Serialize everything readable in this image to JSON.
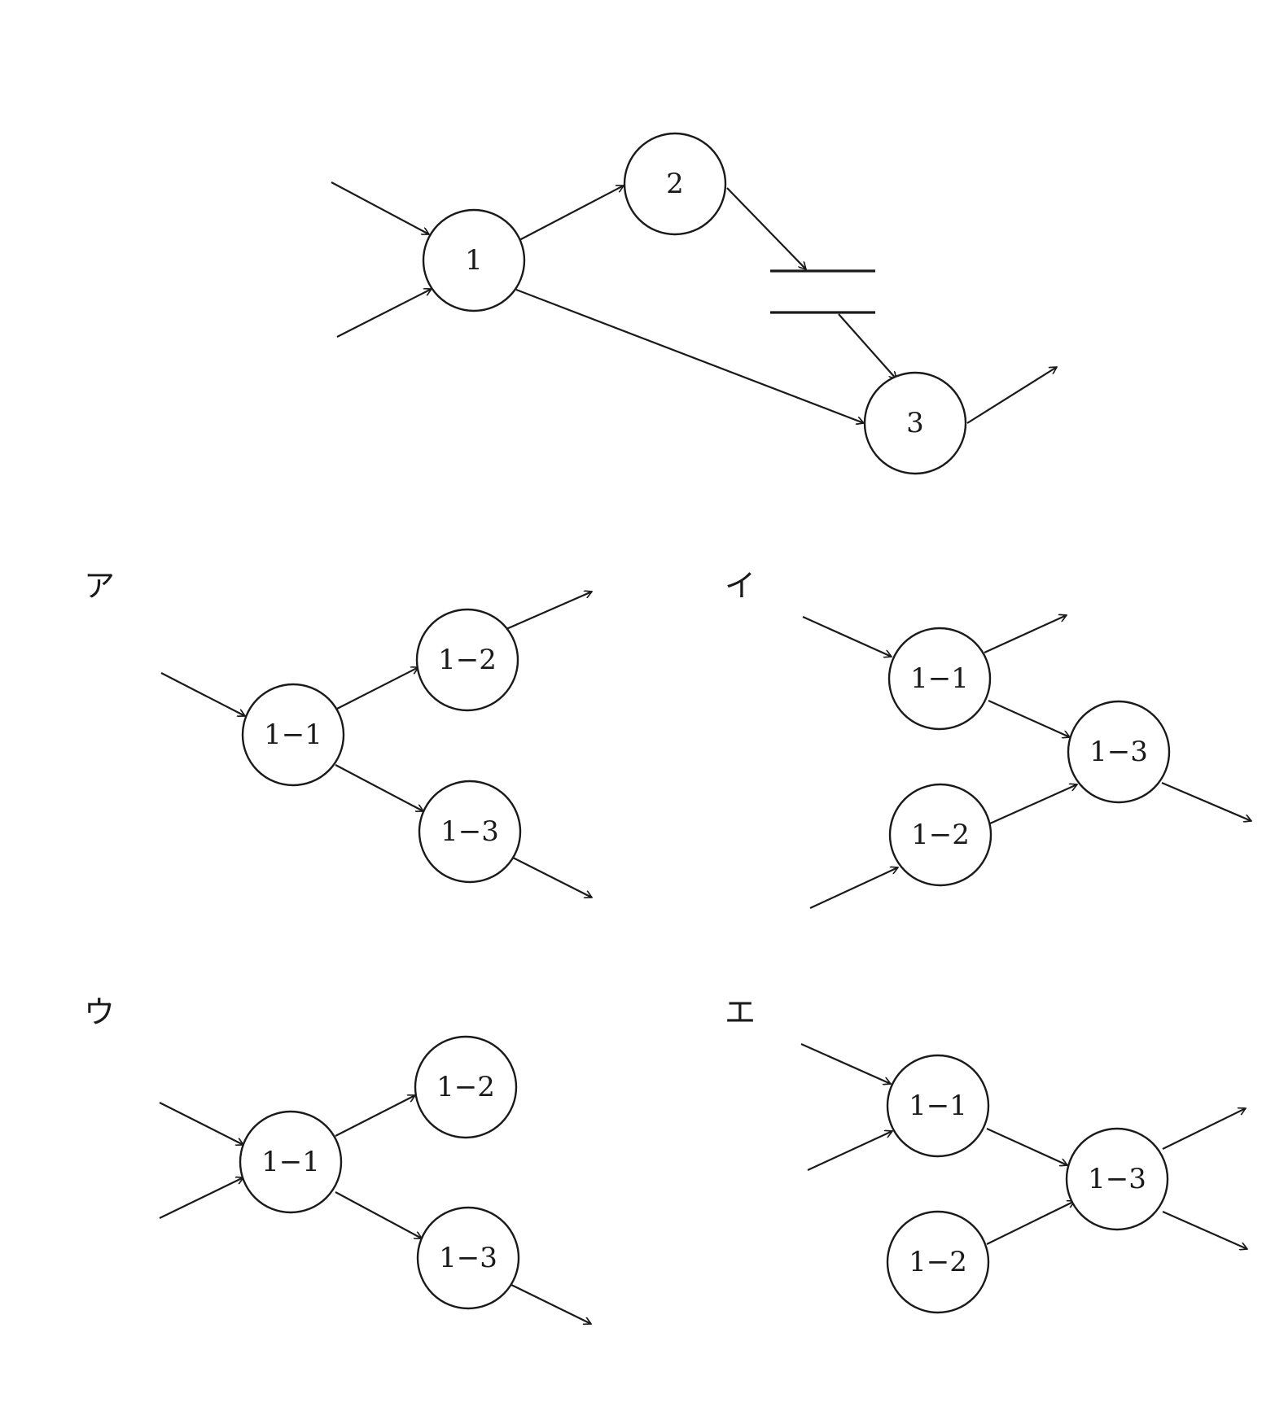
{
  "top_diagram": {
    "node_1": "1",
    "node_2": "2",
    "node_3": "3"
  },
  "options": [
    {
      "label": "ア",
      "nodes": [
        "1−1",
        "1−2",
        "1−3"
      ]
    },
    {
      "label": "イ",
      "nodes": [
        "1−1",
        "1−2",
        "1−3"
      ]
    },
    {
      "label": "ウ",
      "nodes": [
        "1−1",
        "1−2",
        "1−3"
      ]
    },
    {
      "label": "エ",
      "nodes": [
        "1−1",
        "1−2",
        "1−3"
      ]
    }
  ]
}
